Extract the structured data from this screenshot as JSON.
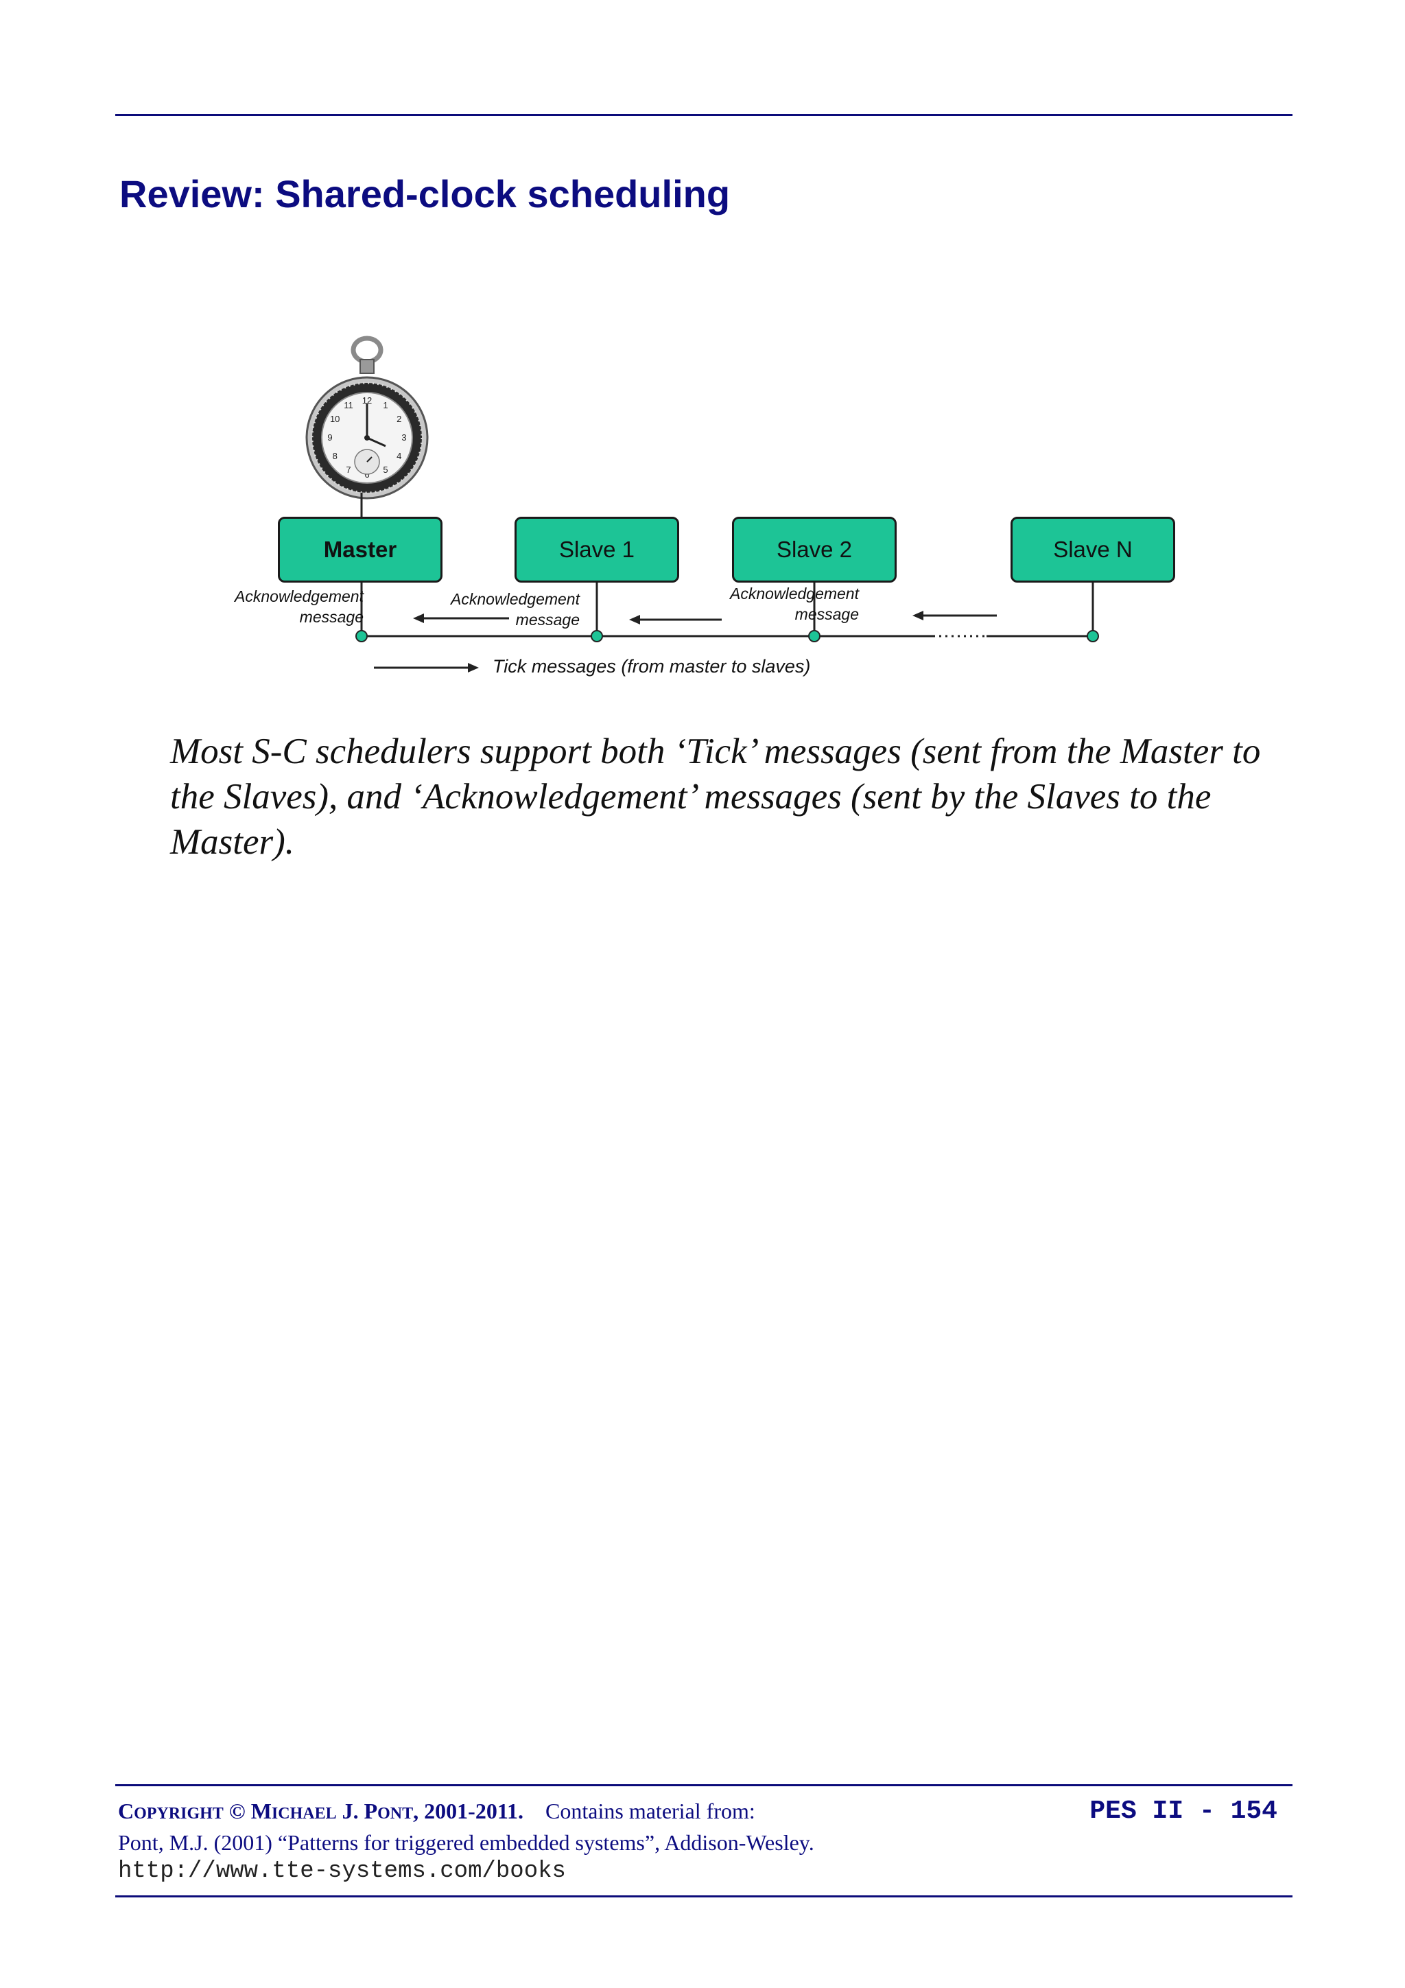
{
  "title": "Review: Shared-clock scheduling",
  "diagram": {
    "nodes": [
      {
        "label": "Master"
      },
      {
        "label": "Slave 1"
      },
      {
        "label": "Slave 2"
      },
      {
        "label": "Slave N"
      }
    ],
    "ack_line1": "Acknowledgement",
    "ack_line2": "message",
    "tick_label": "Tick messages (from master to slaves)",
    "clock_numbers": [
      "12",
      "1",
      "2",
      "3",
      "4",
      "5",
      "6",
      "7",
      "8",
      "9",
      "10",
      "11"
    ],
    "colors": {
      "node_fill": "#1dc496",
      "rule": "#0c0c7a"
    }
  },
  "body": "Most S-C schedulers support both ‘Tick’ messages (sent from the Master to the Slaves), and ‘Acknowledgement’ messages (sent by the Slaves to the Master).",
  "footer": {
    "copyright_prefix": "C",
    "copyright_sc1": "OPYRIGHT",
    "copyright_mid": " © M",
    "copyright_sc2": "ICHAEL",
    "copyright_mid2": " J. P",
    "copyright_sc3": "ONT",
    "copyright_years": ", 2001-2011.",
    "contains": "Contains material from:",
    "reference": "Pont, M.J. (2001) “Patterns for triggered embedded systems”, Addison-Wesley.",
    "url": "http://www.tte-systems.com/books",
    "page_number": "PES II - 154"
  }
}
